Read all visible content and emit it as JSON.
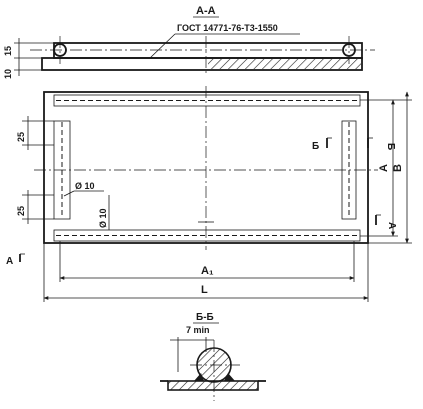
{
  "section_aa": {
    "title": "А-А",
    "gost": "ГОСТ 14771-76-Т3-1550"
  },
  "dims": {
    "d15": "15",
    "d10_side": "10",
    "d25_top": "25",
    "d25_bottom": "25",
    "dia10_a": "Ø 10",
    "dia10_b": "Ø 10",
    "a1": "A₁",
    "l": "L",
    "a_right": "A",
    "b_right": "B"
  },
  "cut_marks": {
    "b_left": "Б",
    "b_right": "Б",
    "a_left": "А",
    "a_right": "А"
  },
  "section_bb": {
    "title": "Б-Б",
    "min_label": "7 min"
  }
}
